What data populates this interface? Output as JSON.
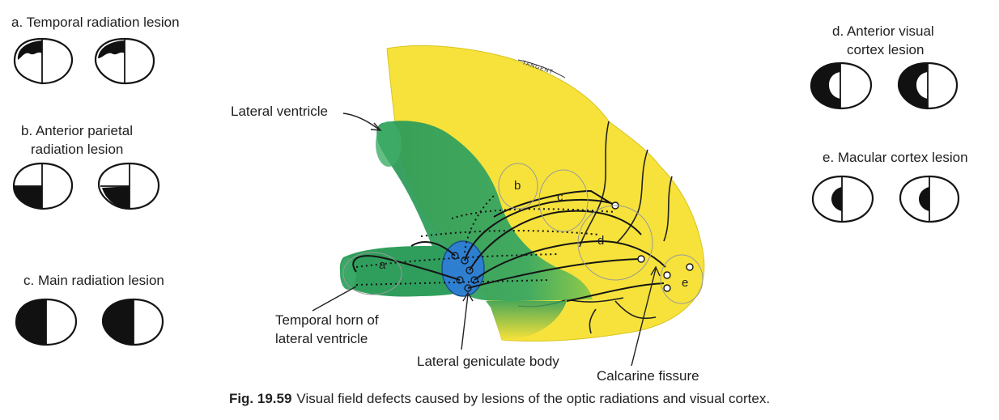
{
  "fields": {
    "a": "a. Temporal radiation lesion",
    "b_line1": "b. Anterior parietal",
    "b_line2": "radiation lesion",
    "c": "c. Main radiation lesion",
    "d_line1": "d. Anterior visual",
    "d_line2": "cortex lesion",
    "e": "e. Macular cortex lesion"
  },
  "brain_labels": {
    "lateral_ventricle": "Lateral ventricle",
    "temporal_horn_line1": "Temporal horn of",
    "temporal_horn_line2": "lateral ventricle",
    "lateral_geniculate": "Lateral geniculate body",
    "calcarine": "Calcarine fissure",
    "tag": "TANGENT",
    "region_a": "a",
    "region_b": "b",
    "region_c": "c",
    "region_d": "d",
    "region_e": "e"
  },
  "caption": {
    "fig": "Fig. 19.59",
    "text": "Visual field defects caused by lesions of the optic radiations and visual cortex."
  },
  "colors": {
    "cortex": "#f6e23a",
    "ventricle": "#2f9e5c",
    "geniculate": "#2e7fd0",
    "defect": "#111111"
  }
}
